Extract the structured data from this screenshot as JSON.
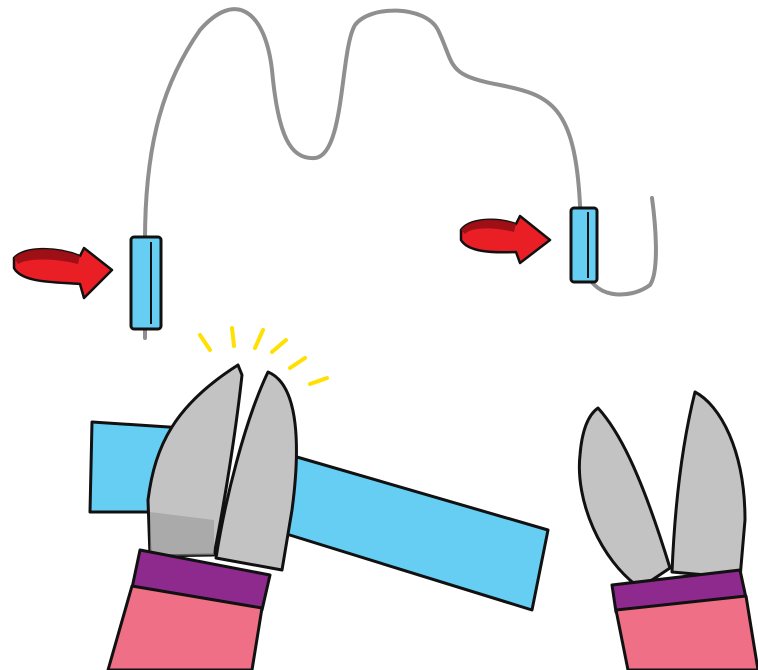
{
  "scene": {
    "description_hidden": "",
    "colors": {
      "background": "#ffffff",
      "wire": "#8f8f8f",
      "tube": "#66cdf3",
      "outline": "#111111",
      "arrow": "#ea1f26",
      "arrow_dark": "#9a1015",
      "blade": "#c3c3c3",
      "blade_shadow": "#9a9a9a",
      "grip_band": "#8e2a8e",
      "grip": "#ee6f86",
      "spark": "#ffe000"
    },
    "icons": [
      "wire-loop",
      "left-shrink-tube",
      "right-shrink-tube",
      "left-rotate-arrow-icon",
      "right-rotate-arrow-icon",
      "wire-cutter-left",
      "wire-cutter-right",
      "spark-lines"
    ]
  }
}
